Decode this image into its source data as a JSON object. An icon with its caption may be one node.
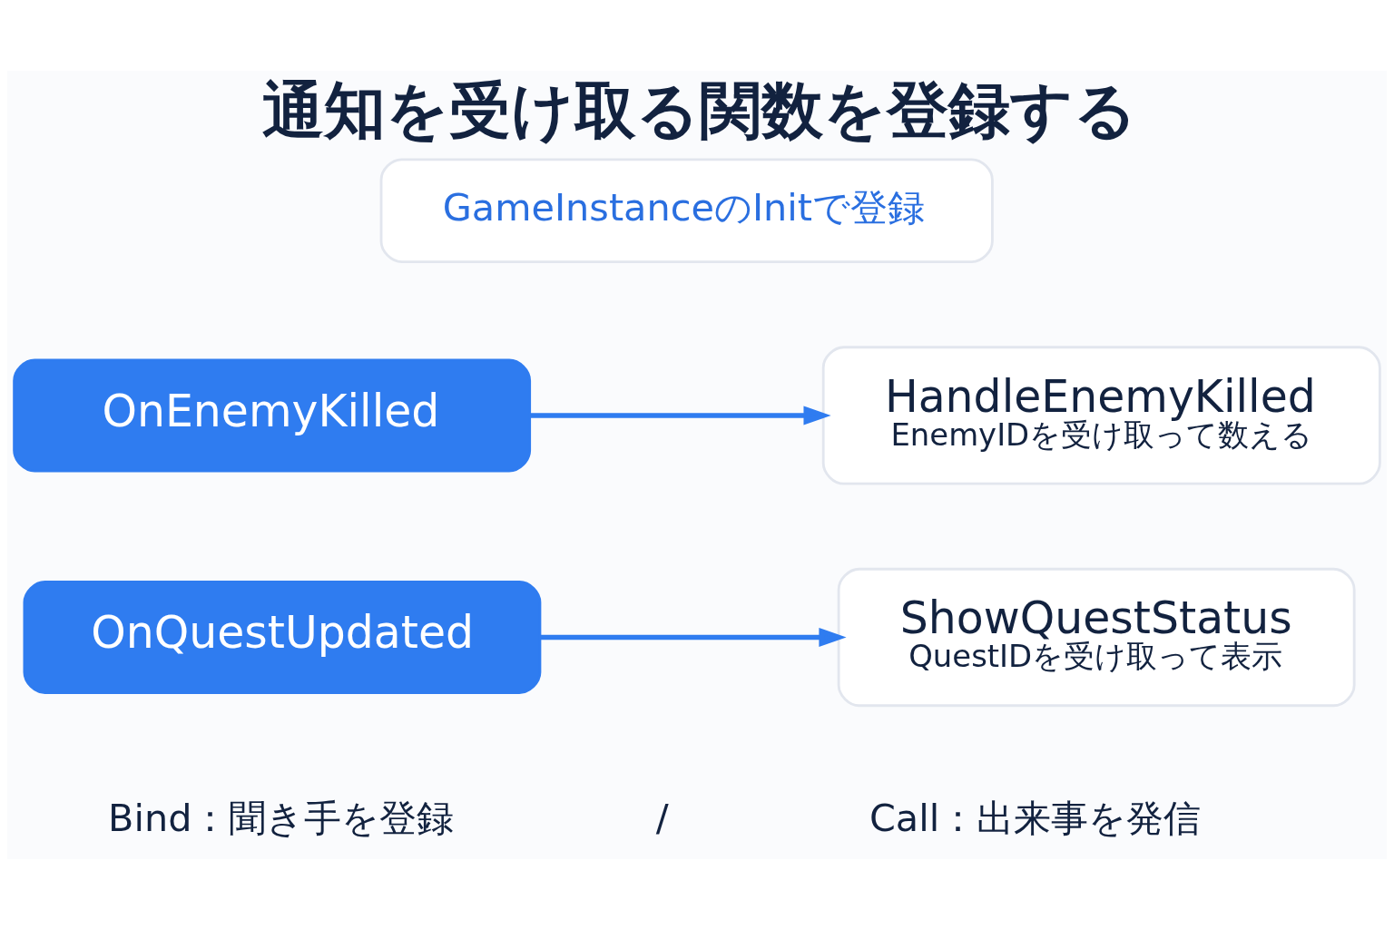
{
  "diagram": {
    "title": "通知を受け取る関数を登録する",
    "nodes": [
      {
        "text": [
          "GameInstanceのInitで登録"
        ]
      },
      {
        "text": [
          "OnEnemyKilled"
        ]
      },
      {
        "text": [
          "HandleEnemyKilled",
          "EnemyIDを受け取って数える"
        ]
      },
      {
        "text": [
          "OnQuestUpdated"
        ]
      },
      {
        "text": [
          "ShowQuestStatus",
          "QuestIDを受け取って表示"
        ]
      }
    ],
    "edges": [
      {
        "from": 1,
        "to": 2,
        "arrow": "to"
      },
      {
        "from": 3,
        "to": 4,
        "arrow": "to"
      }
    ],
    "labels": [
      "Bind：聞き手を登録",
      "/",
      "Call：出来事を発信"
    ]
  }
}
